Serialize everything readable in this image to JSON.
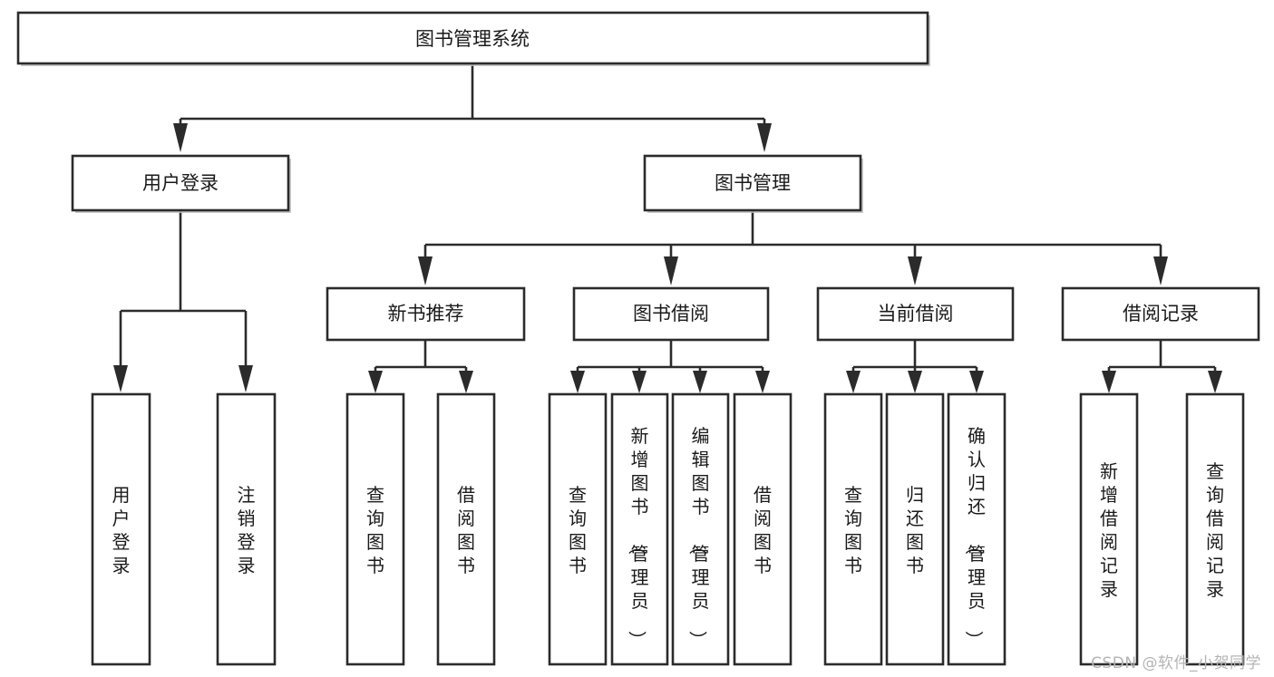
{
  "diagram": {
    "type": "tree",
    "title": "图书管理系统",
    "watermark": "CSDN @软件_小贺同学",
    "colors": {
      "background": "#ffffff",
      "stroke": "#2b2b2b",
      "box_fill": "#ffffff",
      "text": "#1a1a1a",
      "shadow": "#bfbfbf",
      "watermark": "#b4b4b4"
    },
    "levels": {
      "root": {
        "label": "图书管理系统",
        "orientation": "horizontal"
      },
      "level2": [
        {
          "label": "用户登录",
          "orientation": "horizontal"
        },
        {
          "label": "图书管理",
          "orientation": "horizontal"
        }
      ],
      "level3": [
        {
          "label": "新书推荐",
          "orientation": "horizontal",
          "parent": "图书管理"
        },
        {
          "label": "图书借阅",
          "orientation": "horizontal",
          "parent": "图书管理"
        },
        {
          "label": "当前借阅",
          "orientation": "horizontal",
          "parent": "图书管理"
        },
        {
          "label": "借阅记录",
          "orientation": "horizontal",
          "parent": "图书管理"
        }
      ],
      "leaves": [
        {
          "label": "用户登录",
          "orientation": "vertical",
          "parent": "用户登录"
        },
        {
          "label": "注销登录",
          "orientation": "vertical",
          "parent": "用户登录"
        },
        {
          "label": "查询图书",
          "orientation": "vertical",
          "parent": "新书推荐"
        },
        {
          "label": "借阅图书",
          "orientation": "vertical",
          "parent": "新书推荐"
        },
        {
          "label": "查询图书",
          "orientation": "vertical",
          "parent": "图书借阅"
        },
        {
          "label": "新增图书（管理员）",
          "orientation": "vertical",
          "parent": "图书借阅"
        },
        {
          "label": "编辑图书（管理员）",
          "orientation": "vertical",
          "parent": "图书借阅"
        },
        {
          "label": "借阅图书",
          "orientation": "vertical",
          "parent": "图书借阅"
        },
        {
          "label": "查询图书",
          "orientation": "vertical",
          "parent": "当前借阅"
        },
        {
          "label": "归还图书",
          "orientation": "vertical",
          "parent": "当前借阅"
        },
        {
          "label": "确认归还（管理员）",
          "orientation": "vertical",
          "parent": "当前借阅"
        },
        {
          "label": "新增借阅记录",
          "orientation": "vertical",
          "parent": "借阅记录"
        },
        {
          "label": "查询借阅记录",
          "orientation": "vertical",
          "parent": "借阅记录"
        }
      ]
    }
  }
}
